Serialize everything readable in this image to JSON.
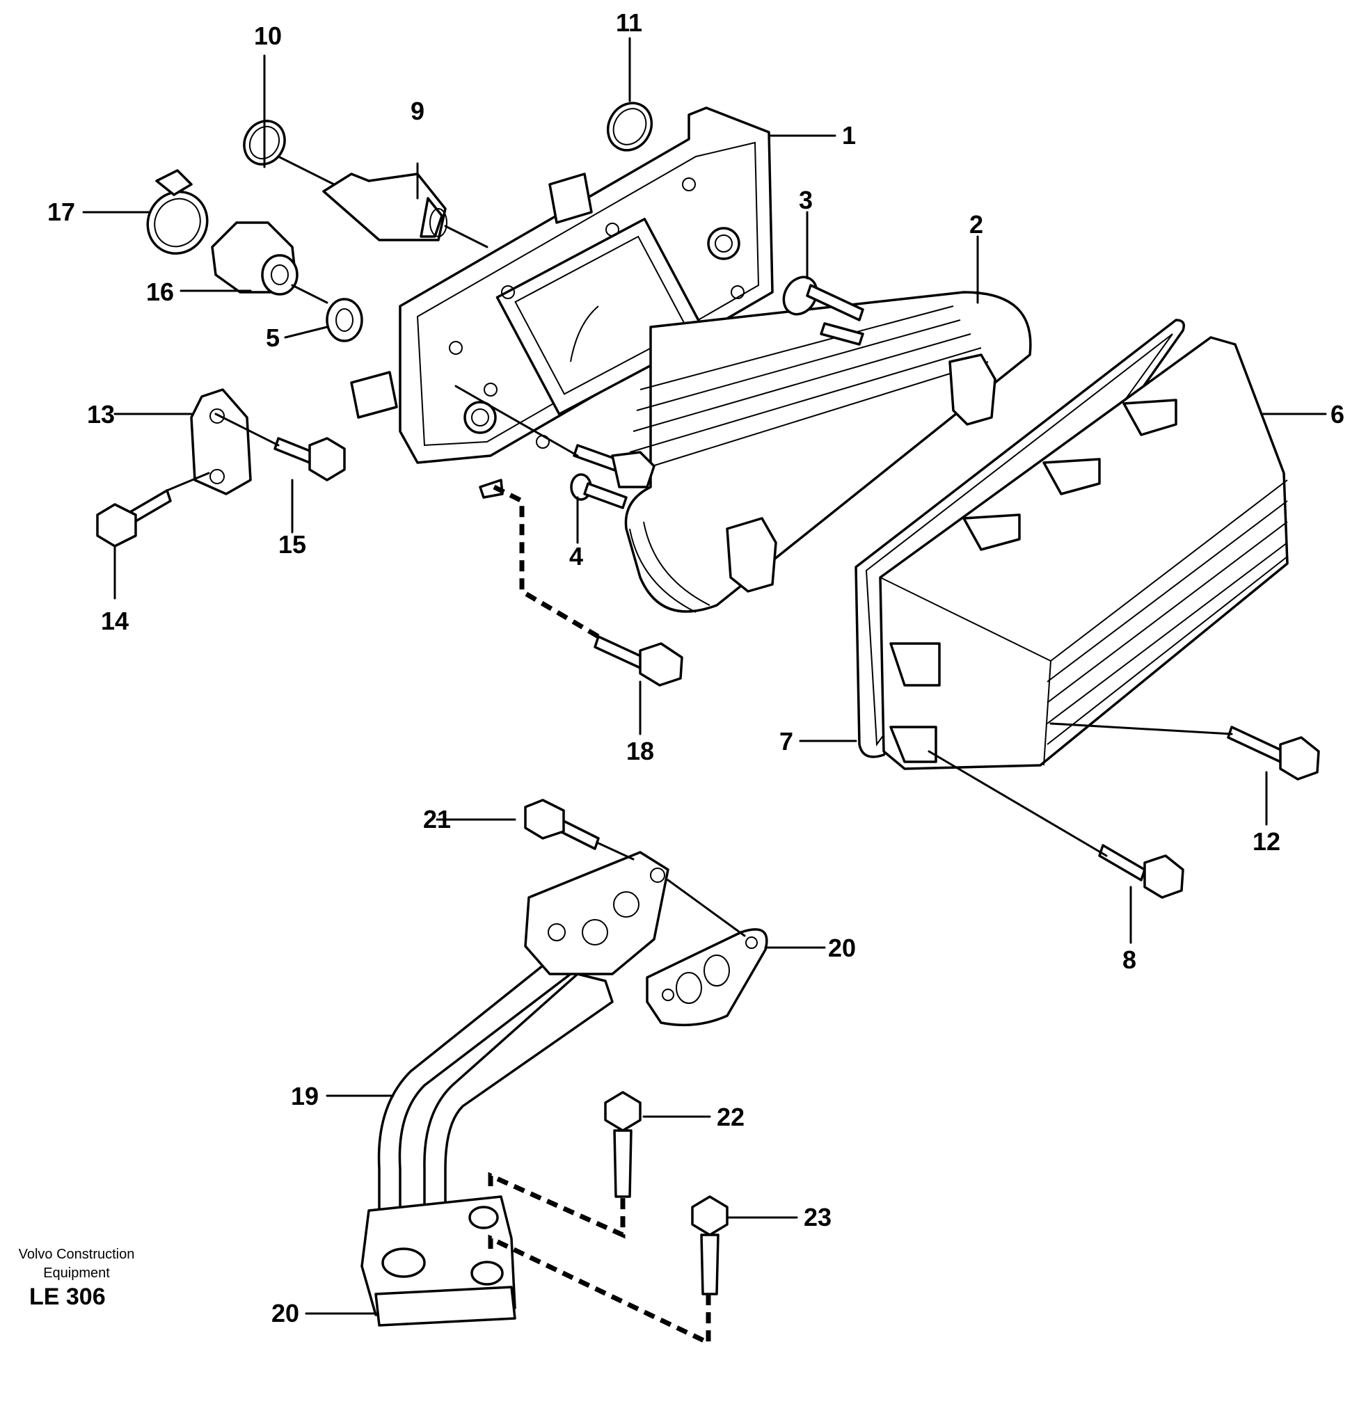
{
  "footer": {
    "brand_line1": "Volvo Construction",
    "brand_line2": "Equipment",
    "code": "LE 306"
  },
  "callouts": [
    "1",
    "2",
    "3",
    "4",
    "5",
    "6",
    "7",
    "8",
    "9",
    "10",
    "11",
    "12",
    "13",
    "14",
    "15",
    "16",
    "17",
    "18",
    "19",
    "20",
    "20",
    "21",
    "22",
    "23"
  ]
}
